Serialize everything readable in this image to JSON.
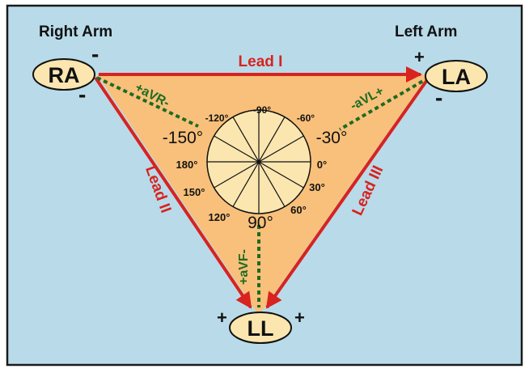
{
  "colors": {
    "panel_bg": "#b9dbe9",
    "panel_border": "#1a1a1a",
    "triangle_fill": "#f8c07a",
    "lead_red": "#d8231f",
    "aug_green": "#1d6b22",
    "node_fill": "#fbe6b0",
    "circle_fill": "#fbe6b0",
    "text_dark": "#111111"
  },
  "limbs": {
    "right_arm": "Right Arm",
    "left_arm": "Left Arm"
  },
  "nodes": {
    "ra": "RA",
    "la": "LA",
    "ll": "LL"
  },
  "polarity": {
    "ra_top": "-",
    "ra_bottom": "-",
    "la_top": "+",
    "la_bottom": "-",
    "ll_left": "+",
    "ll_right": "+"
  },
  "leads": {
    "lead_i": "Lead I",
    "lead_ii": "Lead II",
    "lead_iii": "Lead III"
  },
  "augmented": {
    "avr": "+aVR-",
    "avl": "-aVL+",
    "avf": "+aVF-"
  },
  "angles": {
    "n120": "-120°",
    "n90": "-90°",
    "n60": "-60°",
    "n150": "-150°",
    "n30": "-30°",
    "p180": "180°",
    "p0": "0°",
    "p150": "150°",
    "p30": "30°",
    "p120": "120°",
    "p60": "60°",
    "p90": "90°"
  },
  "hexaxial_spokes_deg": [
    0,
    30,
    60,
    90,
    120,
    150
  ]
}
